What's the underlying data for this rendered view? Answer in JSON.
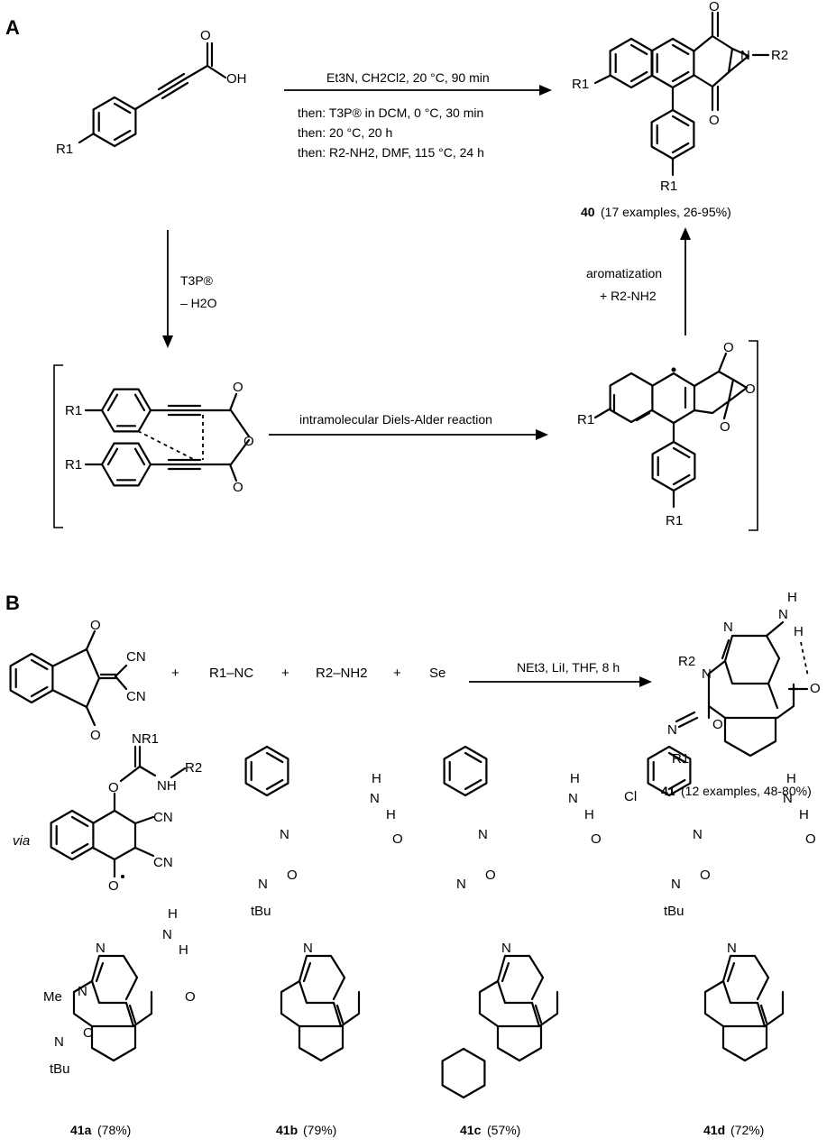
{
  "panels": {
    "a": "A",
    "b": "B"
  },
  "scheme_a": {
    "conditions_top": "Et3N, CH2Cl2, 20 °C, 90 min",
    "conditions_bottom": [
      "then: T3P® in DCM, 0 °C, 30 min",
      "then: 20 °C, 20 h",
      "then: R2-NH2, DMF, 115 °C, 24 h"
    ],
    "product_id": "40",
    "product_yield": "(17 examples, 26-95%)",
    "down_reagent": "T3P®",
    "down_byproduct": "– H2O",
    "cyclization": "intramolecular Diels-Alder reaction",
    "up_label_1": "aromatization",
    "up_label_2": "+ R2-NH2"
  },
  "scheme_b": {
    "reagent_isocyanide": "R1–NC",
    "reagent_amine": "R2–NH2",
    "reagent_se": "Se",
    "plus": "+",
    "conditions": "NEt3, LiI, THF, 8 h",
    "product_id": "41",
    "product_yield": "(12 examples, 48-80%)",
    "via": "via"
  },
  "examples": [
    {
      "id": "41a",
      "yield": "(78%)"
    },
    {
      "id": "41b",
      "yield": "(79%)"
    },
    {
      "id": "41c",
      "yield": "(57%)"
    },
    {
      "id": "41d",
      "yield": "(72%)"
    }
  ],
  "atoms": {
    "oh": "OH",
    "o": "O",
    "n": "N",
    "h": "H",
    "cn": "CN",
    "me": "Me",
    "cl": "Cl",
    "r1": "R1",
    "r2": "R2",
    "nh": "NH",
    "tbu": "tBu",
    "nr1": "NR1"
  }
}
